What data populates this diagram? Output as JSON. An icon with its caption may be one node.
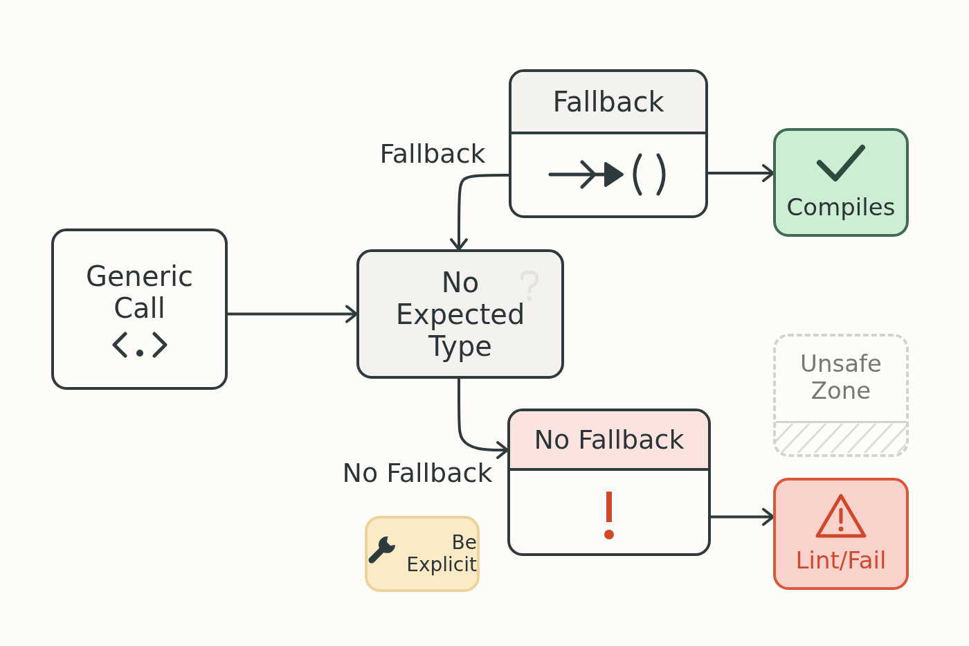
{
  "diagram": {
    "nodes": [
      {
        "text": [
          "Generic Call"
        ]
      },
      {
        "text": [
          "No Expected Type"
        ]
      },
      {
        "text": [
          "Fallback"
        ]
      },
      {
        "text": [
          "Compiles"
        ]
      },
      {
        "text": [
          "No Fallback"
        ]
      },
      {
        "text": [
          "Lint/Fail"
        ]
      },
      {
        "text": [
          "Unsafe Zone"
        ]
      },
      {
        "text": [
          "Be Explicit"
        ]
      }
    ],
    "edges": [
      {
        "from": 0,
        "to": 1,
        "arrow": "to"
      },
      {
        "from": 2,
        "to": 1,
        "arrow": "to",
        "label": "Fallback"
      },
      {
        "from": 1,
        "to": 4,
        "arrow": "to",
        "label": "No Fallback"
      },
      {
        "from": 2,
        "to": 3,
        "arrow": "to"
      },
      {
        "from": 4,
        "to": 5,
        "arrow": "to"
      }
    ]
  }
}
